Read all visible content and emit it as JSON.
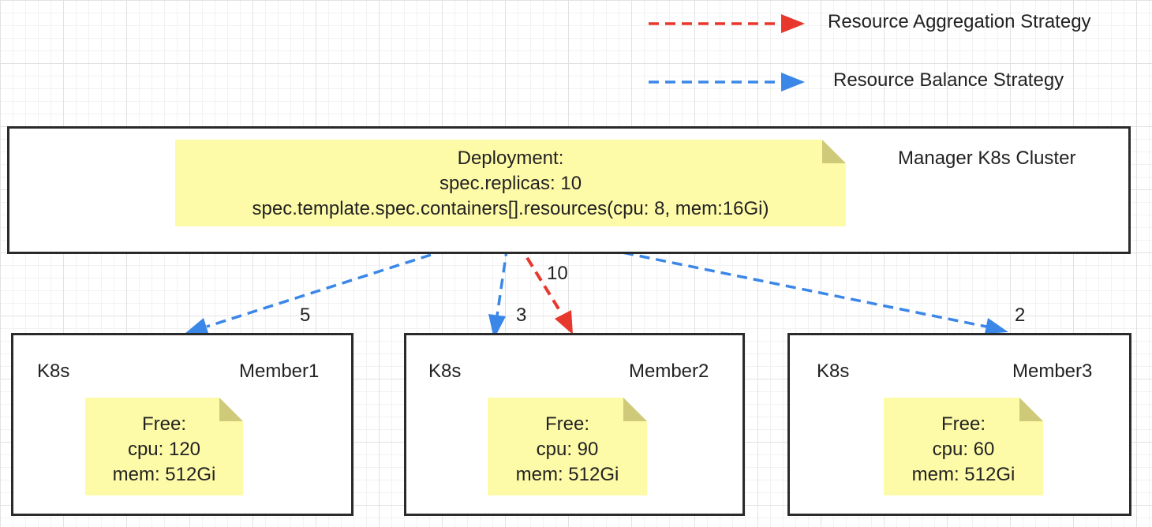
{
  "legend": {
    "aggregation": {
      "label": "Resource Aggregation Strategy",
      "color": "#e8372c"
    },
    "balance": {
      "label": "Resource Balance Strategy",
      "color": "#3b87e8"
    }
  },
  "manager": {
    "label": "Manager K8s Cluster",
    "deployment": {
      "line1": "Deployment:",
      "line2": "spec.replicas: 10",
      "line3": "spec.template.spec.containers[].resources(cpu: 8, mem:16Gi)"
    }
  },
  "members": [
    {
      "k8s": "K8s",
      "name": "Member1",
      "free": "Free:",
      "cpu": "cpu: 120",
      "mem": "mem: 512Gi"
    },
    {
      "k8s": "K8s",
      "name": "Member2",
      "free": "Free:",
      "cpu": "cpu: 90",
      "mem": "mem: 512Gi"
    },
    {
      "k8s": "K8s",
      "name": "Member3",
      "free": "Free:",
      "cpu": "cpu: 60",
      "mem": "mem: 512Gi"
    }
  ],
  "edges": {
    "balance_member1": "5",
    "balance_member2": "3",
    "aggregation_member2": "10",
    "balance_member3": "2"
  }
}
